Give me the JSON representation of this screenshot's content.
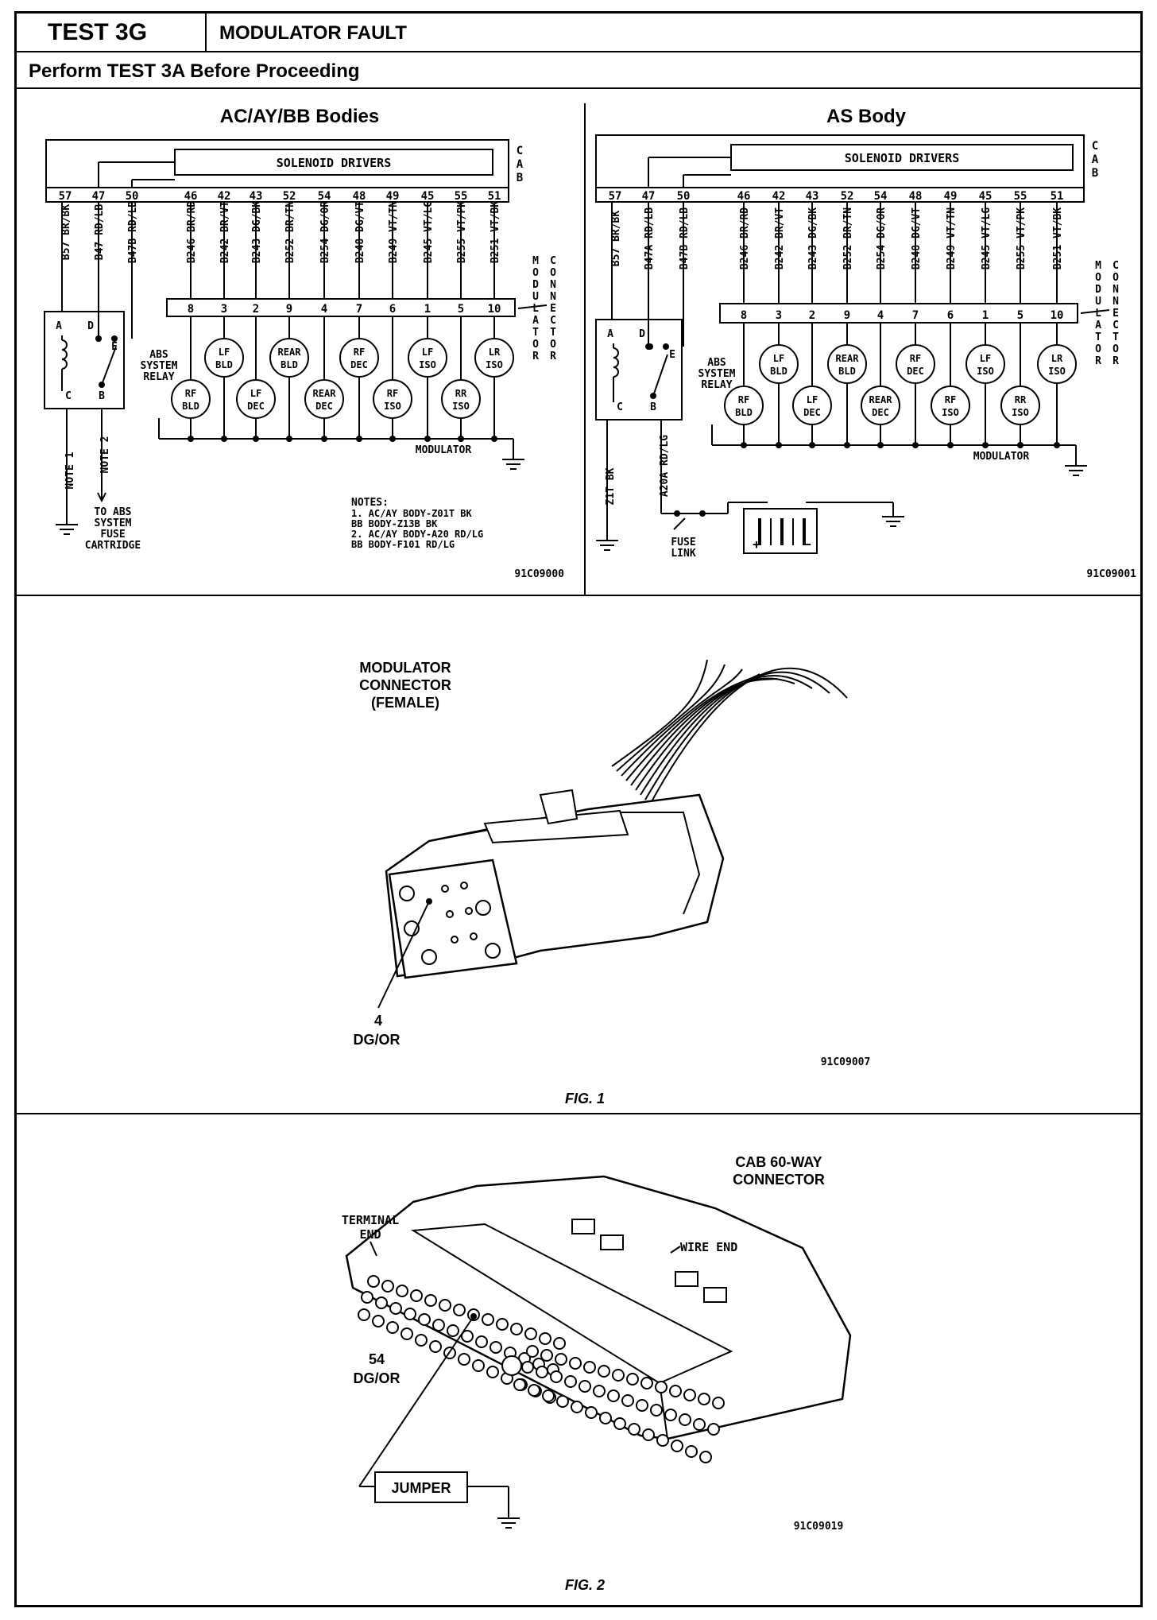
{
  "header": {
    "test_id": "TEST 3G",
    "title": "MODULATOR FAULT",
    "subtitle": "Perform TEST 3A Before Proceeding"
  },
  "left_diagram": {
    "title": "AC/AY/BB Bodies",
    "drivers_label": "SOLENOID DRIVERS",
    "cab_label": "CAB",
    "cab_pins": [
      "57",
      "47",
      "50",
      "46",
      "42",
      "43",
      "52",
      "54",
      "48",
      "49",
      "45",
      "55",
      "51"
    ],
    "wires": [
      "B57 BR/BK",
      "B47 RD/LB",
      "B47B RD/LB",
      "B246 BR/RD",
      "B242 BR/VT",
      "B243 DG/BK",
      "B252 BR/TN",
      "B254 DG/OR",
      "B248 DG/VT",
      "B249 VT/TN",
      "B245 VT/LG",
      "B255 VT/PK",
      "B251 VT/BK"
    ],
    "connector_label": "MODULATOR CONNECTOR",
    "conn_pins": [
      "8",
      "3",
      "2",
      "9",
      "4",
      "7",
      "6",
      "1",
      "5",
      "10"
    ],
    "relay_terms": [
      "A",
      "D",
      "E",
      "C",
      "B"
    ],
    "relay_label": "ABS SYSTEM RELAY",
    "note1": "NOTE 1",
    "note2": "NOTE 2",
    "fuse_label": "TO ABS SYSTEM FUSE CARTRIDGE",
    "modulator_label": "MODULATOR",
    "notes_title": "NOTES:",
    "note_lines": [
      "1. AC/AY BODY-Z01T BK",
      "   BB BODY-Z13B BK",
      "2. AC/AY BODY-A20 RD/LG",
      "   BB BODY-F101 RD/LG"
    ],
    "code": "91C09000"
  },
  "right_diagram": {
    "title": "AS Body",
    "drivers_label": "SOLENOID DRIVERS",
    "cab_label": "CAB",
    "cab_pins": [
      "57",
      "47",
      "50",
      "46",
      "42",
      "43",
      "52",
      "54",
      "48",
      "49",
      "45",
      "55",
      "51"
    ],
    "wires": [
      "B57 BR/BK",
      "B47A RD/LB",
      "B47B RD/LB",
      "B246 BR/RD",
      "B242 BR/VT",
      "B243 DG/BK",
      "B252 BR/TN",
      "B254 DG/OR",
      "B248 DG/VT",
      "B249 VT/TN",
      "B245 VT/LG",
      "B255 VT/PK",
      "B251 VT/BK"
    ],
    "connector_label": "MODULATOR CONNECTOR",
    "conn_pins": [
      "8",
      "3",
      "2",
      "9",
      "4",
      "7",
      "6",
      "1",
      "5",
      "10"
    ],
    "relay_terms": [
      "A",
      "D",
      "E",
      "C",
      "B"
    ],
    "relay_label": "ABS SYSTEM RELAY",
    "ground_wire": "Z1T BK",
    "feed_wire": "A20A RD/LG",
    "fuse_link": "FUSE LINK",
    "modulator_label": "MODULATOR",
    "code": "91C09001"
  },
  "solenoids_upper": [
    [
      "LF",
      "BLD"
    ],
    [
      "REAR",
      "BLD"
    ],
    [
      "RF",
      "DEC"
    ],
    [
      "LF",
      "ISO"
    ],
    [
      "LR",
      "ISO"
    ]
  ],
  "solenoids_lower": [
    [
      "RF",
      "BLD"
    ],
    [
      "LF",
      "DEC"
    ],
    [
      "REAR",
      "DEC"
    ],
    [
      "RF",
      "ISO"
    ],
    [
      "RR",
      "ISO"
    ]
  ],
  "fig1": {
    "label_lines": [
      "MODULATOR",
      "CONNECTOR",
      "(FEMALE)"
    ],
    "pin_num": "4",
    "pin_wire": "DG/OR",
    "code": "91C09007",
    "caption": "FIG. 1"
  },
  "fig2": {
    "label_lines": [
      "CAB 60-WAY",
      "CONNECTOR"
    ],
    "terminal_end": [
      "TERMINAL",
      "END"
    ],
    "wire_end": "WIRE END",
    "pin_num": "54",
    "pin_wire": "DG/OR",
    "jumper": "JUMPER",
    "code": "91C09019",
    "caption": "FIG. 2"
  }
}
